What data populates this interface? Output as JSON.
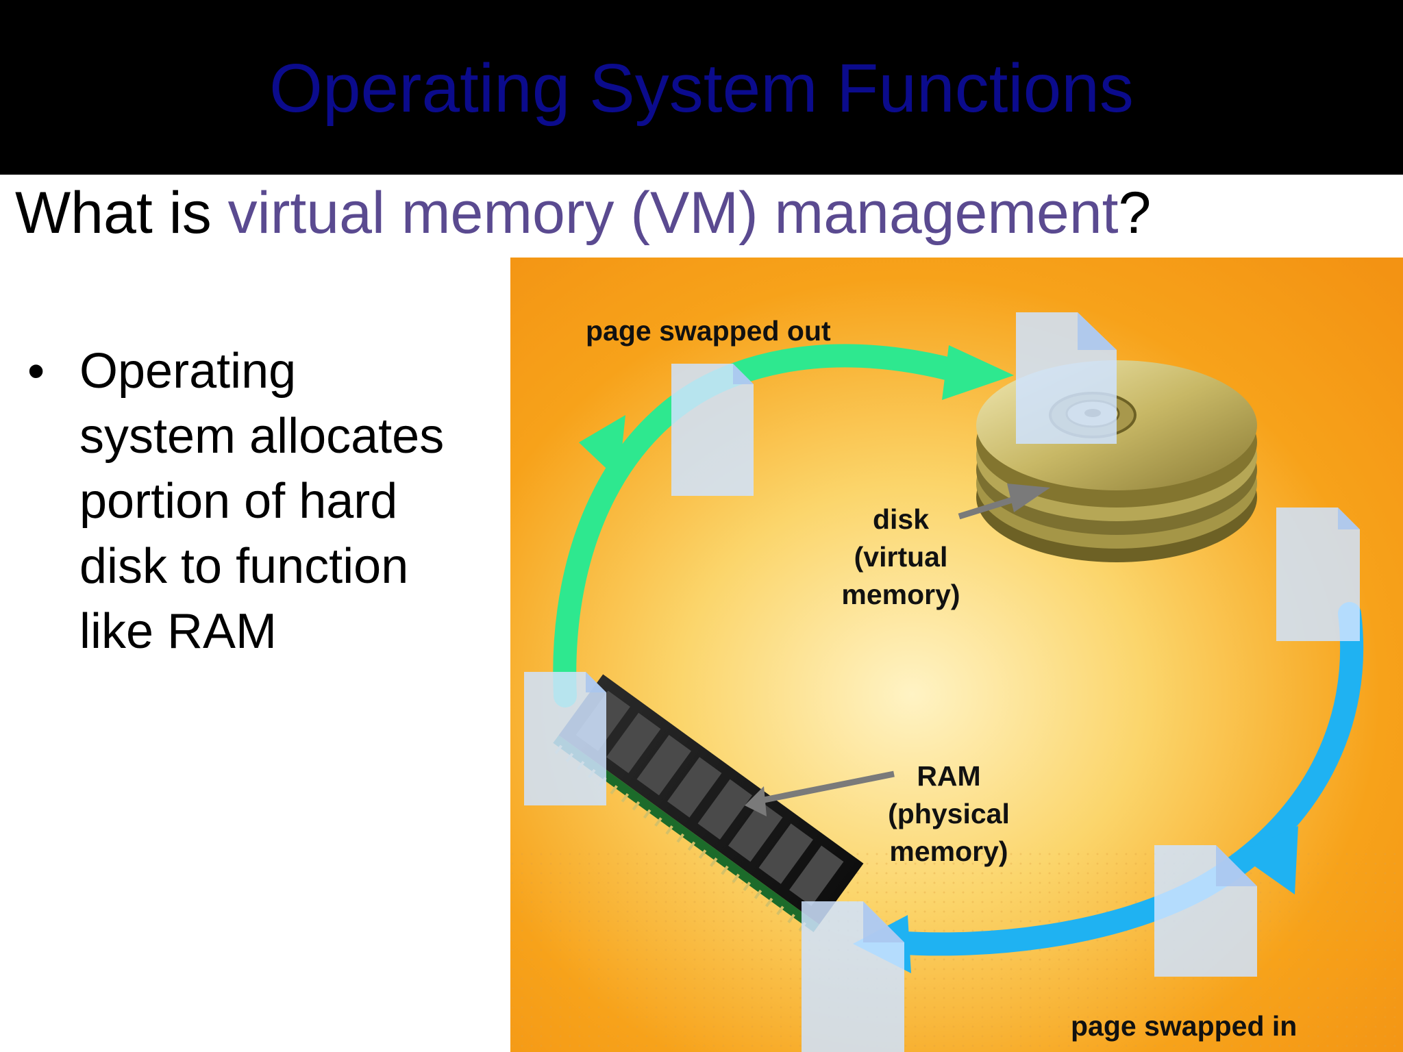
{
  "slide": {
    "title": "Operating System Functions",
    "subtitle_pre": "What is ",
    "subtitle_highlight": "virtual memory (VM) management",
    "subtitle_post": "?",
    "bullets": [
      {
        "line1": "Operating",
        "line2": "system allocates",
        "line3": "portion of hard",
        "line4": "disk to function",
        "line5": "like RAM"
      }
    ]
  },
  "figure": {
    "label_swapped_out": "page swapped out",
    "label_disk_1": "disk",
    "label_disk_2": "(virtual",
    "label_disk_3": "memory)",
    "label_ram_1": "RAM",
    "label_ram_2": "(physical",
    "label_ram_3": "memory)",
    "label_swapped_in": "page swapped in"
  },
  "colors": {
    "title": "#0b0b8c",
    "highlight": "#5a4a90",
    "figure_background": "#f7a21a",
    "arrow_out": "#2ee88f",
    "arrow_in": "#1fb2f2",
    "pointer_arrow": "#7a7a7a"
  }
}
